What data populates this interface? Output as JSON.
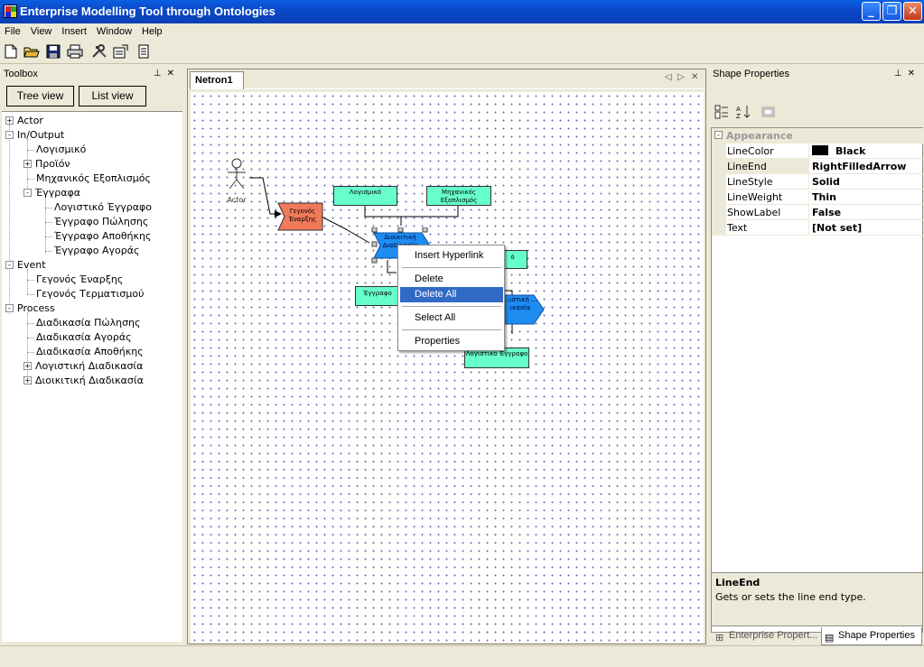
{
  "window": {
    "title": "Enterprise Modelling Tool through Ontologies",
    "controls": {
      "minimize": "_",
      "maximize": "❐",
      "close": "✕"
    }
  },
  "menu": [
    "File",
    "View",
    "Insert",
    "Window",
    "Help"
  ],
  "toolbar": {
    "icons": [
      "new-file-icon",
      "open-folder-icon",
      "save-icon",
      "print-icon",
      "tools-icon",
      "properties-icon",
      "document-icon"
    ]
  },
  "toolbox": {
    "title": "Toolbox",
    "tree_view_label": "Tree view",
    "list_view_label": "List view",
    "tree": [
      {
        "label": "Actor",
        "level": 0,
        "expander": "+"
      },
      {
        "label": "In/Output",
        "level": 0,
        "expander": "-"
      },
      {
        "label": "Λογισμικό",
        "level": 1,
        "expander": ""
      },
      {
        "label": "Προϊόν",
        "level": 1,
        "expander": "+"
      },
      {
        "label": "Μηχανικός Εξοπλισμός",
        "level": 1,
        "expander": ""
      },
      {
        "label": "Έγγραφα",
        "level": 1,
        "expander": "-"
      },
      {
        "label": "Λογιστικό Έγγραφο",
        "level": 2,
        "expander": ""
      },
      {
        "label": "Έγγραφο Πώλησης",
        "level": 2,
        "expander": ""
      },
      {
        "label": "Έγγραφο Αποθήκης",
        "level": 2,
        "expander": ""
      },
      {
        "label": "Έγγραφο Αγοράς",
        "level": 2,
        "expander": ""
      },
      {
        "label": "Event",
        "level": 0,
        "expander": "-"
      },
      {
        "label": "Γεγονός Έναρξης",
        "level": 1,
        "expander": ""
      },
      {
        "label": "Γεγονός Τερματισμού",
        "level": 1,
        "expander": ""
      },
      {
        "label": "Process",
        "level": 0,
        "expander": "-"
      },
      {
        "label": "Διαδικασία Πώλησης",
        "level": 1,
        "expander": ""
      },
      {
        "label": "Διαδικασία Αγοράς",
        "level": 1,
        "expander": ""
      },
      {
        "label": "Διαδικασία Αποθήκης",
        "level": 1,
        "expander": ""
      },
      {
        "label": "Λογιστική Διαδικασία",
        "level": 1,
        "expander": "+"
      },
      {
        "label": "Διοικιτική Διαδικασία",
        "level": 1,
        "expander": "+"
      }
    ]
  },
  "document": {
    "tab_label": "Netron1",
    "nav": {
      "prev": "◁",
      "next": "▷",
      "close": "✕"
    },
    "shapes": {
      "actor_label": "Actor",
      "start_event": "Γεγονός Έναρξης",
      "software": "Λογισμικό",
      "equipment": "Μηχανικός Εξοπλισμός",
      "admin_process": "Διοικιτική Διαδικασία",
      "document_left": "Έγγραφο",
      "process_right": "…ιστική …ικασία",
      "accounting_doc": "Λογιστικό Έγγραφο",
      "partial_right": "ό"
    }
  },
  "context_menu": {
    "items": [
      "Insert Hyperlink",
      "Delete",
      "Delete All",
      "Select All",
      "Properties"
    ],
    "selected": "Delete All"
  },
  "shape_properties": {
    "title": "Shape Properties",
    "category": "Appearance",
    "rows": [
      {
        "name": "LineColor",
        "value": "Black",
        "swatch": "#000000"
      },
      {
        "name": "LineEnd",
        "value": "RightFilledArrow"
      },
      {
        "name": "LineStyle",
        "value": "Solid"
      },
      {
        "name": "LineWeight",
        "value": "Thin"
      },
      {
        "name": "ShowLabel",
        "value": "False"
      },
      {
        "name": "Text",
        "value": "[Not set]"
      }
    ],
    "selected_row": "LineEnd",
    "description_title": "LineEnd",
    "description_text": "Gets or sets the line end type.",
    "tabs": [
      "Enterprise Propert...",
      "Shape Properties"
    ]
  },
  "colors": {
    "titlebar": "#0a49c8",
    "selection": "#316ac5",
    "event_shape": "#f07a5a",
    "data_shape": "#66ffcc",
    "process_shape": "#1e8cf0"
  }
}
